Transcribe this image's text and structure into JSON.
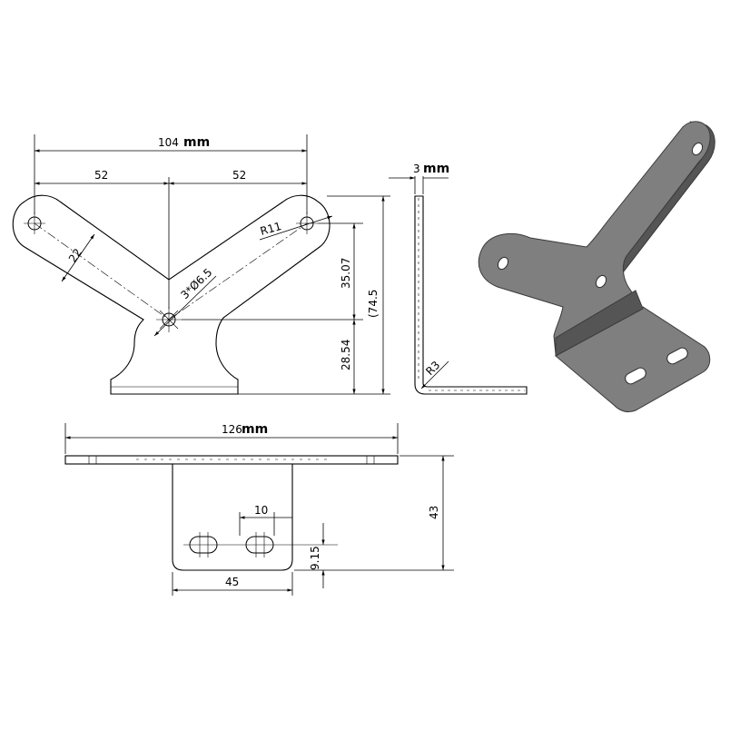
{
  "front_view": {
    "overall_width": "104",
    "overall_width_unit": "mm",
    "half_left": "52",
    "half_right": "52",
    "arm_width": "22",
    "end_radius": "R11",
    "hole_callout": "3*Ø6.5",
    "height_upper": "35.07",
    "height_lower": "28.54",
    "overall_height": "(74.5"
  },
  "side_view": {
    "thickness": "3",
    "thickness_unit": "mm",
    "bend_radius": "R3"
  },
  "bottom_view": {
    "overall_width": "126",
    "overall_width_unit": "mm",
    "slot_spacing": "10",
    "tab_width": "45",
    "tab_depth": "43",
    "slot_offset": "9.15"
  },
  "iso_view": {
    "fill_color": "#7f7f7f",
    "shade_color": "#555555",
    "edge_color": "#3a3a3a"
  }
}
